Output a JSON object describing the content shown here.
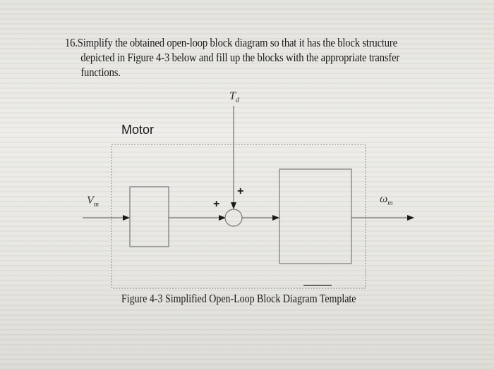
{
  "question": {
    "number": "16.",
    "lines": [
      "Simplify the obtained open-loop block diagram so that it has the block structure",
      "depicted in Figure 4-3 below and fill up the blocks with the appropriate transfer",
      "functions."
    ]
  },
  "diagram": {
    "motor_label": "Motor",
    "input_label": "V",
    "input_subscript": "m",
    "disturbance_label": "T",
    "disturbance_subscript": "d",
    "output_label": "ω",
    "output_subscript": "m",
    "sum_sign_left": "+",
    "sum_sign_top": "+"
  },
  "caption": "Figure 4-3 Simplified Open-Loop Block Diagram Template"
}
